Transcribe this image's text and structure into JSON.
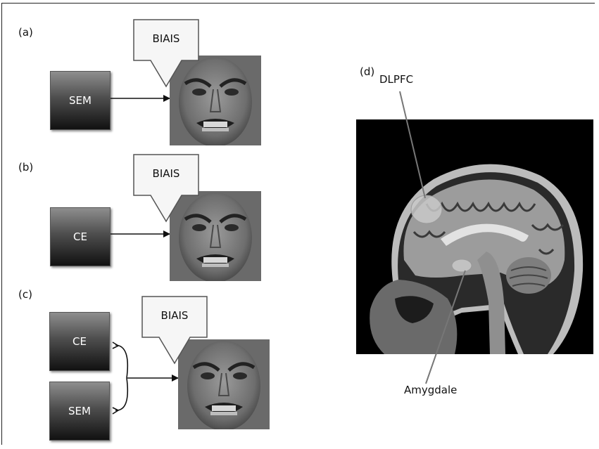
{
  "panels": {
    "a": {
      "label": "(a)",
      "boxes": [
        "SEM"
      ],
      "bias": "BIAIS"
    },
    "b": {
      "label": "(b)",
      "boxes": [
        "CE"
      ],
      "bias": "BIAIS"
    },
    "c": {
      "label": "(c)",
      "boxes": [
        "CE",
        "SEM"
      ],
      "bias": "BIAIS"
    },
    "d": {
      "label": "(d)",
      "regions": {
        "top": "DLPFC",
        "bottom": "Amygdale"
      }
    }
  }
}
